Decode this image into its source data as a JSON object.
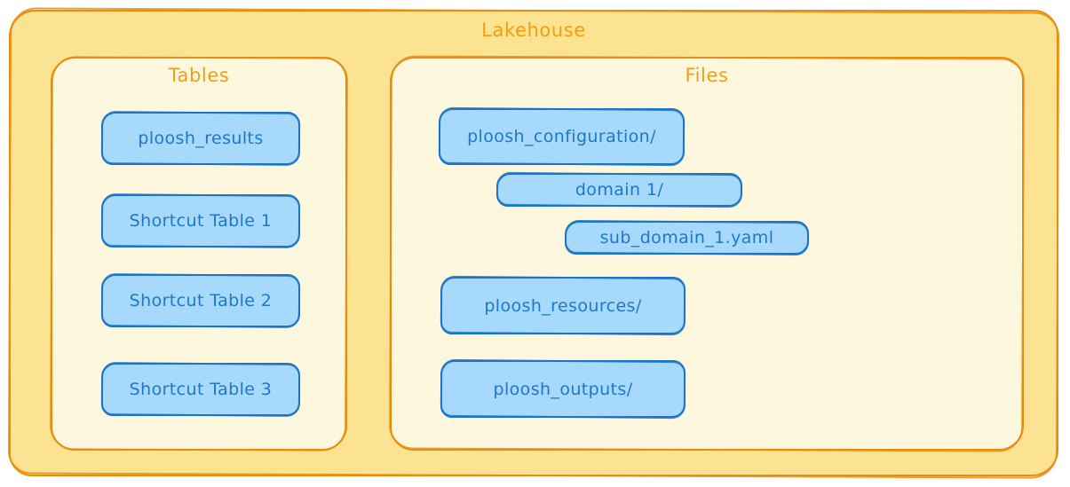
{
  "diagram": {
    "title": "Lakehouse",
    "style": "hand-drawn",
    "colors": {
      "outer_fill": "#FBE391",
      "section_fill": "#FDF7DE",
      "border_orange": "#E88D0E",
      "heading_text": "#F49D0F",
      "node_fill": "#A6D9FC",
      "node_border": "#1D74C9",
      "node_text": "#1E78C8"
    },
    "sections": [
      {
        "title": "Tables",
        "nodes": [
          {
            "label": "ploosh_results"
          },
          {
            "label": "Shortcut Table 1"
          },
          {
            "label": "Shortcut Table 2"
          },
          {
            "label": "Shortcut Table 3"
          }
        ]
      },
      {
        "title": "Files",
        "nodes": [
          {
            "label": "ploosh_configuration/",
            "indent": 0
          },
          {
            "label": "domain 1/",
            "indent": 1
          },
          {
            "label": "sub_domain_1.yaml",
            "indent": 2
          },
          {
            "label": "ploosh_resources/",
            "indent": 0
          },
          {
            "label": "ploosh_outputs/",
            "indent": 0
          }
        ]
      }
    ]
  }
}
